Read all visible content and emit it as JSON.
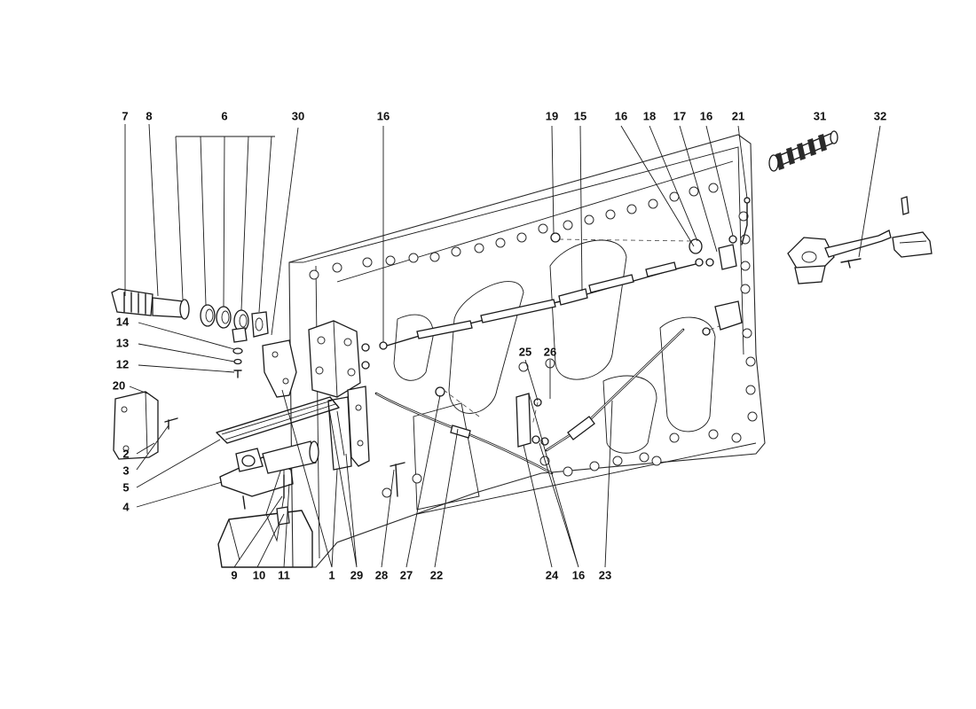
{
  "callouts": {
    "c7": "7",
    "c8": "8",
    "c6": "6",
    "c30": "30",
    "c16a": "16",
    "c19": "19",
    "c15": "15",
    "c16b": "16",
    "c18": "18",
    "c17": "17",
    "c16c": "16",
    "c21": "21",
    "c31": "31",
    "c32": "32",
    "c14": "14",
    "c13": "13",
    "c12": "12",
    "c20": "20",
    "c2": "2",
    "c3": "3",
    "c5": "5",
    "c4": "4",
    "c25": "25",
    "c26": "26",
    "c9": "9",
    "c10": "10",
    "c11": "11",
    "c1": "1",
    "c29": "29",
    "c28": "28",
    "c27": "27",
    "c22": "22",
    "c24": "24",
    "c16d": "16",
    "c23": "23"
  },
  "icons": {
    "door-panel": "door-inner-panel-icon",
    "latch": "door-latch-assembly-icon",
    "cylinder": "lock-cylinder-icon",
    "spring": "coil-spring-icon",
    "striker": "striker-plate-icon"
  }
}
